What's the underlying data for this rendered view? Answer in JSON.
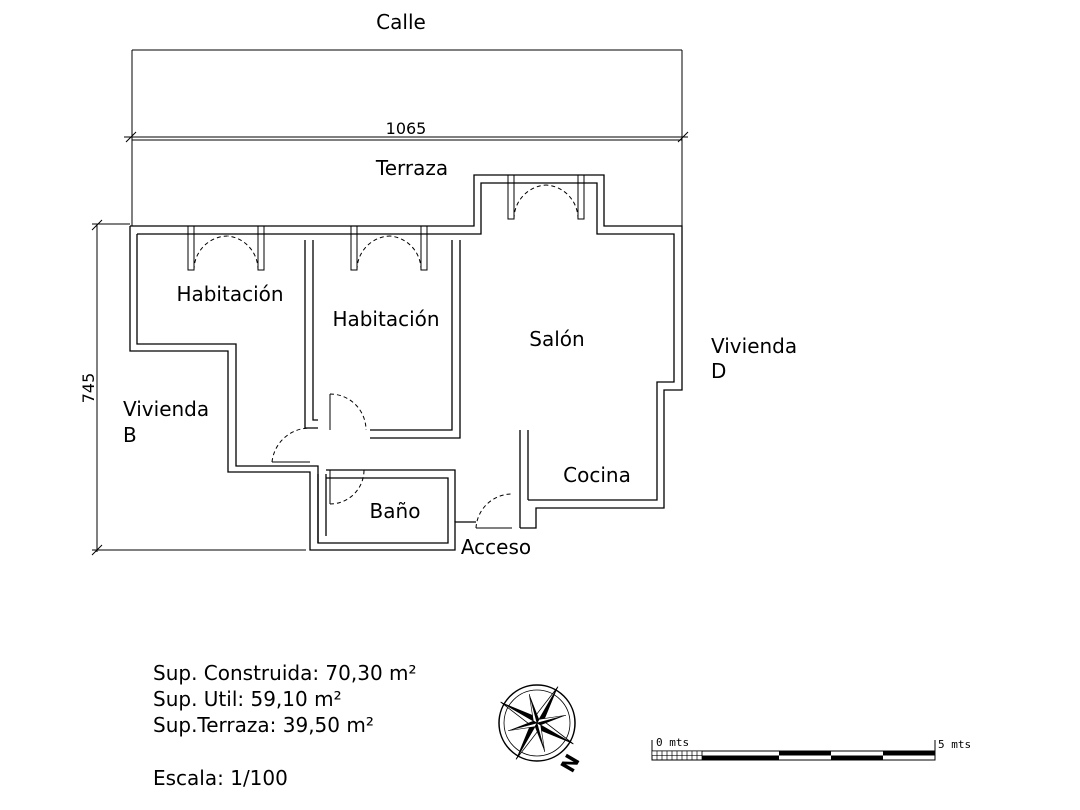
{
  "labels": {
    "street": "Calle",
    "terrace": "Terraza",
    "bedroom_1": "Habitación",
    "bedroom_2": "Habitación",
    "living": "Salón",
    "kitchen": "Cocina",
    "bathroom": "Baño",
    "access": "Acceso",
    "neighbor_b": [
      "Vivienda",
      "B"
    ],
    "neighbor_d": [
      "Vivienda",
      "D"
    ]
  },
  "dimensions": {
    "width": "1065",
    "depth": "745"
  },
  "surfaces": {
    "built": "Sup. Construida:  70,30 m²",
    "useful": "Sup. Util: 59,10 m²",
    "terrace": "Sup.Terraza: 39,50 m²"
  },
  "scale_text": "Escala: 1/100",
  "scale_bar": {
    "start_label": "0  mts",
    "end_label": "5  mts"
  },
  "compass": {
    "north_label": "N"
  }
}
